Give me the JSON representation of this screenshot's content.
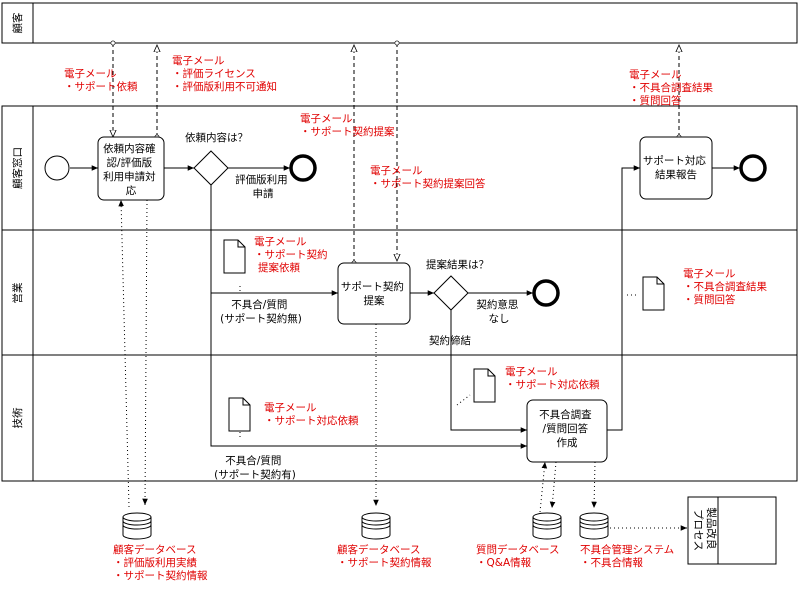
{
  "pools": {
    "customer": "顧客",
    "lanes": [
      "顧客窓口",
      "営業",
      "技術"
    ]
  },
  "tasks": {
    "t1": [
      "依頼内容確",
      "認/評価版",
      "利用申請対",
      "応"
    ],
    "t2": [
      "サポート契約",
      "提案"
    ],
    "t3": [
      "不具合調査",
      "/質問回答",
      "作成"
    ],
    "t4": [
      "サポート対応",
      "結果報告"
    ]
  },
  "gateways": {
    "g1": "依頼内容は？",
    "g2": "提案結果は？"
  },
  "flow_labels": {
    "trial": [
      "評価版利用",
      "申請"
    ],
    "issue_no_contract": [
      "不具合/質問",
      "(サポート契約無)"
    ],
    "declined": [
      "契約意思",
      "なし"
    ],
    "contracted": "契約締結",
    "issue_with_contract": [
      "不具合/質問",
      "(サポート契約有)"
    ]
  },
  "messages": {
    "m1": [
      "電子メール",
      "・サポート依頼"
    ],
    "m2": [
      "電子メール",
      "・評価ライセンス",
      "・評価版利用不可通知"
    ],
    "m3": [
      "電子メール",
      "・サポート契約提案"
    ],
    "m4": [
      "電子メール",
      "・サポート契約提案回答"
    ],
    "m5": [
      "電子メール",
      "・不具合調査結果",
      "・質問回答"
    ]
  },
  "documents": {
    "d1": [
      "電子メール",
      "・サポート契約",
      "提案依頼"
    ],
    "d2": [
      "電子メール",
      "・サポート対応依頼"
    ],
    "d3": [
      "電子メール",
      "・サポート対応依頼"
    ],
    "d4": [
      "電子メール",
      "・不具合調査結果",
      "・質問回答"
    ]
  },
  "stores": {
    "s1": [
      "顧客データベース",
      "・評価版利用実績",
      "・サポート契約情報"
    ],
    "s2": [
      "顧客データベース",
      "・サポート契約情報"
    ],
    "s3": [
      "質問データベース",
      "・Q&A情報"
    ],
    "s4": [
      "不具合管理システム",
      "・不具合情報"
    ]
  },
  "external_process": [
    "製品改良",
    "プロセス"
  ]
}
